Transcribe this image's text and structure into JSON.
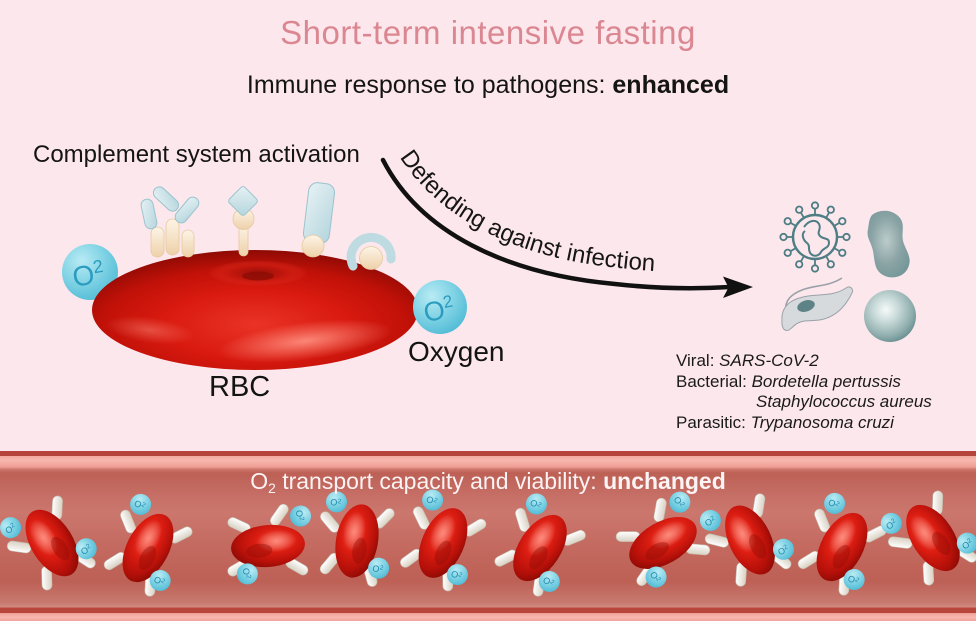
{
  "colors": {
    "background": "#fce7ed",
    "title_pink": "#db8791",
    "text_black": "#141414",
    "rbc_red": "#d3150e",
    "o2_ball_blue": "#7fd2e4",
    "o2_text_blue": "#2a9cc0",
    "protein_blue": "#cde5eb",
    "protein_cream": "#f6e3c8",
    "pathogen_teal": "#7e999b",
    "vessel_interior": "#c46a60",
    "vessel_wall_dark": "#b5453c",
    "vessel_wall_light": "#f2a89f",
    "vessel_text_white": "#fbf3f4"
  },
  "header": {
    "title": "Short-term intensive fasting",
    "subtitle_prefix": "Immune response to pathogens: ",
    "subtitle_bold": "enhanced"
  },
  "main": {
    "complement_label": "Complement system activation",
    "arrow_label": "Defending against infection",
    "rbc_label": "RBC",
    "oxygen_label": "Oxygen",
    "o2_symbol": {
      "letter": "O",
      "exponent": "2"
    }
  },
  "pathogens": {
    "lines": [
      {
        "label": "Viral: ",
        "species": "SARS-CoV-2"
      },
      {
        "label": "Bacterial: ",
        "species": "Bordetella pertussis"
      },
      {
        "label": "",
        "species": "Staphylococcus aureus"
      },
      {
        "label": "Parasitic: ",
        "species": "Trypanosoma cruzi"
      }
    ]
  },
  "vessel": {
    "caption_o": "O",
    "caption_sub": "2",
    "caption_rest": " transport capacity and viability: ",
    "caption_bold": "unchanged"
  }
}
